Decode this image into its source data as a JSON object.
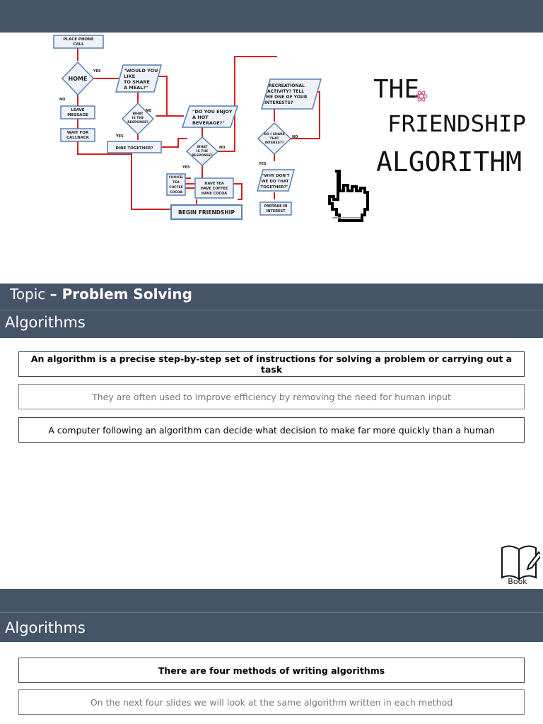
{
  "slide1": {
    "flowchart": {
      "place_call": [
        "PLACE PHONE",
        "CALL"
      ],
      "home": "HOME",
      "yes": "YES",
      "no": "NO",
      "share_meal": [
        "\"WOULD YOU",
        "LIKE",
        "TO SHARE",
        "A MEAL?\""
      ],
      "leave_message": [
        "LEAVE",
        "MESSAGE"
      ],
      "wait_callback": [
        "WAIT FOR",
        "CALLBACK"
      ],
      "response": [
        "WHAT",
        "IS THE",
        "RESPONSE?"
      ],
      "dine_together": "DINE TOGETHER?",
      "hot_beverage": [
        "\"DO YOU ENJOY",
        "A HOT",
        "BEVERAGE?\""
      ],
      "choice": [
        "CHOICE:",
        "TEA",
        "COFFEE",
        "COCOA"
      ],
      "have": [
        "HAVE TEA",
        "HAVE COFFEE",
        "HAVE COCOA"
      ],
      "begin_friendship": "BEGIN FRIENDSHIP",
      "recreational": [
        "RECREATIONAL",
        "ACTIVITY? TELL",
        "ME ONE OF YOUR",
        "INTERESTS?"
      ],
      "share_interest": [
        "DO I SHARE",
        "THAT",
        "INTEREST?"
      ],
      "why_dont": [
        "\"WHY DON'T",
        "WE DO THAT",
        "TOGETHER?\""
      ],
      "partake": [
        "PARTAKE IN",
        "INTEREST"
      ]
    },
    "handwritten_title": [
      "THE",
      "FRIENDSHIP",
      "ALGORITHM"
    ],
    "topic_prefix": "Topic",
    "topic_name": "– Problem Solving",
    "title": "Algorithms",
    "points": [
      "An algorithm is a precise step-by-step set of instructions for solving a problem or carrying out a task",
      "They are often used to improve efficiency by removing the need for human input",
      "A computer following an algorithm can decide what decision to make far more quickly than a human"
    ],
    "book_label": "Book"
  },
  "slide2": {
    "title": "Algorithms",
    "points": [
      "There are four methods of writing algorithms",
      "On the next four slides we will look at the same algorithm written in each method"
    ]
  },
  "colors": {
    "band": "#465468",
    "flow_red": "#d42020",
    "flow_blue": "#5a7fb0"
  }
}
